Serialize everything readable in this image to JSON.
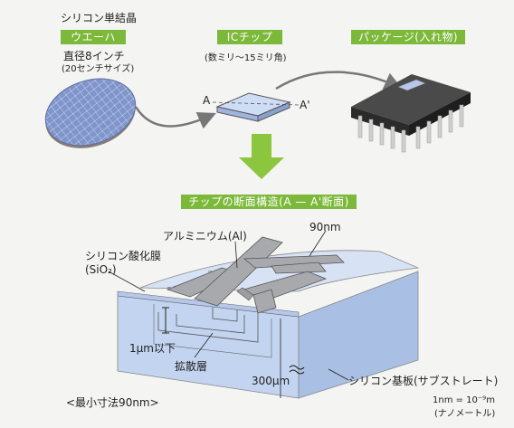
{
  "wafer": {
    "caption": "シリコン単結晶",
    "tag": "ウエーハ",
    "size": "直径8インチ",
    "note": "(20センチサイズ)"
  },
  "chip": {
    "tag": "ICチップ",
    "note": "(数ミリ〜15ミリ角)",
    "point_a": "A",
    "point_a_prime": "A'"
  },
  "package": {
    "tag": "パッケージ(入れ物)"
  },
  "cross_section": {
    "tag": "チップの断面構造(A — A'断面)",
    "aluminium": "アルミニウム(Al)",
    "linewidth": "90nm",
    "oxide": "シリコン酸化膜",
    "oxide_formula": "(SiO₂)",
    "depth": "1μm以下",
    "diffusion": "拡散層",
    "thickness": "300μm",
    "substrate": "シリコン基板(サブストレート)",
    "min_size": "<最小寸法90nm>"
  },
  "unit_note": {
    "equation": "1nm = 10⁻⁹m",
    "reading": "(ナノメートル)"
  },
  "colors": {
    "tag_green": "#7cb93a",
    "arrow_green": "#8cc63f",
    "wafer_blue": "#7f95cc",
    "chip_blue": "#b7c8ec",
    "substrate_blue": "#c2d4f0",
    "aluminium_gray": "#a7a9ac",
    "package_black": "#333333"
  }
}
